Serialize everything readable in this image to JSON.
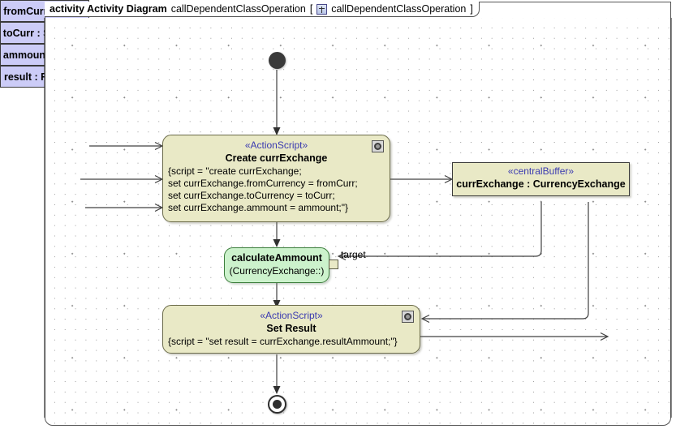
{
  "frame": {
    "keyword": "activity Activity Diagram",
    "name": "callDependentClassOperation",
    "bracket_open": "[",
    "icon": "activity-diagram-icon",
    "qualified_name": "callDependentClassOperation",
    "bracket_close": "]"
  },
  "nodes": {
    "initial": {
      "name": "initial-node"
    },
    "final": {
      "name": "activity-final-node"
    },
    "create_action": {
      "stereotype": "«ActionScript»",
      "title": "Create currExchange",
      "script_lines": [
        "{script = \"create currExchange;",
        "set currExchange.fromCurrency = fromCurr;",
        "set currExchange.toCurrency = toCurr;",
        "set currExchange.ammount = ammount;\"}"
      ],
      "icon": "gear-icon"
    },
    "set_result_action": {
      "stereotype": "«ActionScript»",
      "title": "Set Result",
      "script_lines": [
        "{script = \"set result = currExchange.resultAmmount;\"}"
      ],
      "icon": "gear-icon"
    },
    "call_operation": {
      "title": "calculateAmmount",
      "subtitle": "(CurrencyExchange::)",
      "pin_label": "target"
    },
    "central_buffer": {
      "stereotype": "«centralBuffer»",
      "title": "currExchange : CurrencyExchange"
    }
  },
  "parameters": {
    "inputs": [
      {
        "label": "fromCurr : String"
      },
      {
        "label": "toCurr : String"
      },
      {
        "label": "ammount : Float"
      }
    ],
    "outputs": [
      {
        "label": "result : Float"
      }
    ]
  },
  "colors": {
    "action_fill": "#e9e9c6",
    "call_fill": "#ccf2cc",
    "param_fill": "#ccccf7",
    "stereotype_text": "#3a3ab0",
    "edge": "#404040"
  }
}
